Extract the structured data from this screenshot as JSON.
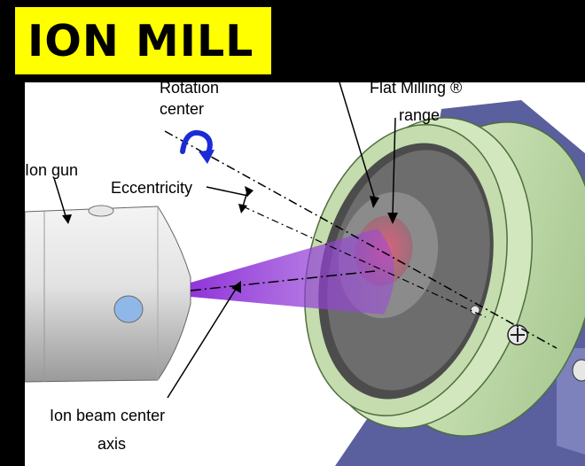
{
  "title": "ION MILL",
  "labels": {
    "rotation_center_line1": "Rotation",
    "rotation_center_line2": "center",
    "flat_milling_line1": "Flat Milling ®",
    "flat_milling_line2": "range",
    "ion_gun": "Ion gun",
    "eccentricity": "Eccentricity",
    "ion_beam_line1": "Ion beam center",
    "ion_beam_line2": "axis"
  },
  "colors": {
    "title_bg": "#ffff00",
    "background": "#000000",
    "panel": "#ffffff",
    "holder_green": "#cfe6b8",
    "holder_edge": "#5a7a48",
    "base_purple": "#5a5f9e",
    "gun_grey": "#dcdcdc",
    "beam_purple": "#8a2bd6",
    "rotation_arrow": "#1a2bd6",
    "port_blue": "#8fb8e8"
  }
}
